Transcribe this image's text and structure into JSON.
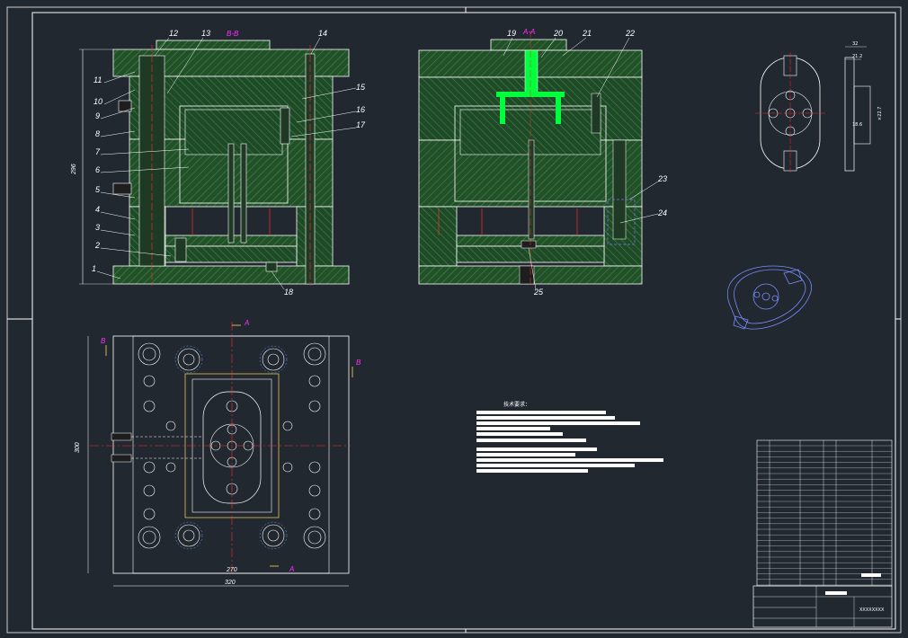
{
  "drawing": {
    "section_bb_label": "B-B",
    "section_aa_label": "A-A",
    "dim_height_left": "296",
    "dim_width_270": "270",
    "dim_width_320": "320",
    "dim_height_300": "300",
    "part_dim_top1": "32",
    "part_dim_top2": "21.2",
    "part_dim_side1": "18.6",
    "part_dim_side2": "×22.7",
    "cut_letter_a": "A",
    "cut_letter_b": "B",
    "tech_title": "技术要求：",
    "drawing_number": "XXXXXXXX",
    "part_labels_left": [
      "1",
      "2",
      "3",
      "4",
      "5",
      "6",
      "7",
      "8",
      "9",
      "10",
      "11",
      "12",
      "13"
    ],
    "part_labels_mid": [
      "14",
      "15",
      "16",
      "17",
      "18"
    ],
    "part_labels_right": [
      "19",
      "20",
      "21",
      "22",
      "23",
      "24",
      "25"
    ]
  },
  "colors": {
    "background": "#212830",
    "frame": "#ffffff",
    "hatch": "#2f8a2f",
    "plate_fill": "#234a2a",
    "center_line": "#ff2a2a",
    "highlight": "#00ff3c",
    "label_magenta": "#ff2fff",
    "part_3d": "#7a8cff"
  }
}
